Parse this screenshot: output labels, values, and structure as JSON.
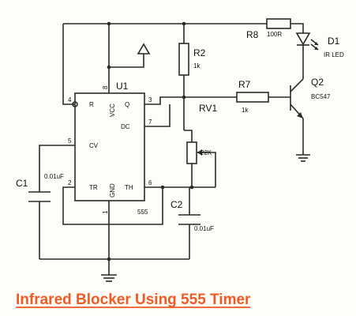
{
  "title": "Infrared Blocker Using 555 Timer",
  "accent_color": "#f15a24",
  "ic": {
    "ref": "U1",
    "part": "555",
    "pins": {
      "R": "R",
      "VCC": "VCC",
      "Q": "Q",
      "DC": "DC",
      "CV": "CV",
      "TR": "TR",
      "GND": "GND",
      "TH": "TH"
    },
    "pin_numbers": {
      "p1": "1",
      "p2": "2",
      "p3": "3",
      "p4": "4",
      "p5": "5",
      "p6": "6",
      "p7": "7",
      "p8": "8"
    }
  },
  "components": {
    "r2": {
      "ref": "R2",
      "value": "1k"
    },
    "r7": {
      "ref": "R7",
      "value": "1k"
    },
    "r8": {
      "ref": "R8",
      "value": "100R"
    },
    "rv1": {
      "ref": "RV1",
      "value": "22K"
    },
    "c1": {
      "ref": "C1",
      "value": "0.01uF"
    },
    "c2": {
      "ref": "C2",
      "value": "0.01uF"
    },
    "d1": {
      "ref": "D1",
      "value": "IR LED"
    },
    "q2": {
      "ref": "Q2",
      "value": "BC547"
    }
  }
}
